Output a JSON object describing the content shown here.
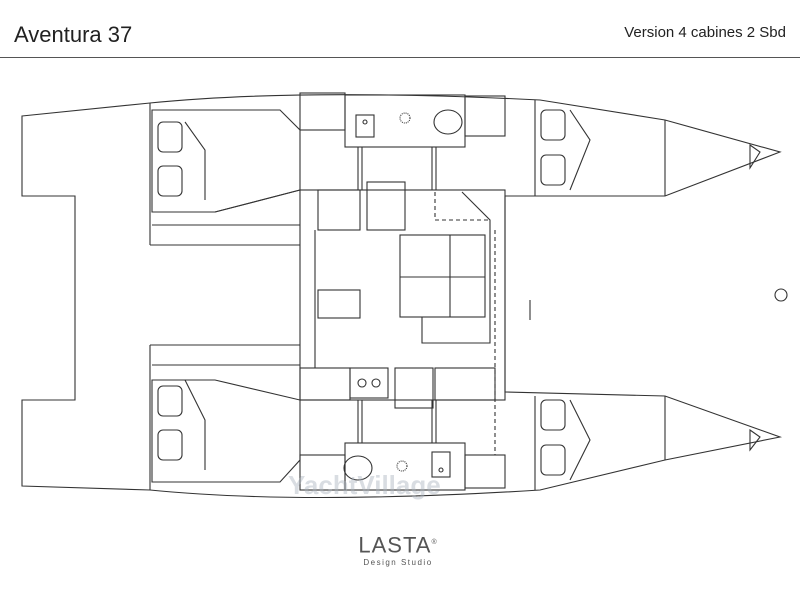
{
  "header": {
    "title": "Aventura 37",
    "version": "Version 4 cabines 2 Sbd"
  },
  "diagram": {
    "type": "catamaran-floor-plan",
    "cabins": 4,
    "bathrooms": 2
  },
  "watermark": "YachtVillage",
  "logo": {
    "name": "LASTA",
    "registered_mark": "®",
    "subtitle": "Design Studio"
  }
}
